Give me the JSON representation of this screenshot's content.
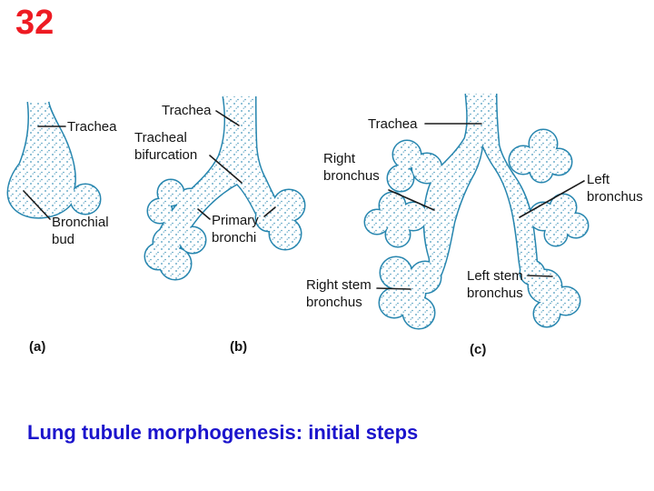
{
  "slide": {
    "number": "32",
    "title": "Lung tubule morphogenesis: initial steps"
  },
  "colors": {
    "accent_red": "#ee1b23",
    "title_blue": "#1b14cc",
    "diagram_teal": "#2786af",
    "leader_black": "#1c1c1c",
    "label_black": "#141414"
  },
  "figures": {
    "a": {
      "caption": "(a)",
      "labels": {
        "trachea": "Trachea",
        "bronchial_bud": "Bronchial\nbud"
      }
    },
    "b": {
      "caption": "(b)",
      "labels": {
        "trachea": "Trachea",
        "tracheal_bifurcation": "Tracheal\nbifurcation",
        "primary_bronchi": "Primary\nbronchi"
      }
    },
    "c": {
      "caption": "(c)",
      "labels": {
        "trachea": "Trachea",
        "right_bronchus": "Right\nbronchus",
        "left_bronchus": "Left\nbronchus",
        "right_stem_bronchus": "Right stem\nbronchus",
        "left_stem_bronchus": "Left stem\nbronchus"
      }
    }
  }
}
